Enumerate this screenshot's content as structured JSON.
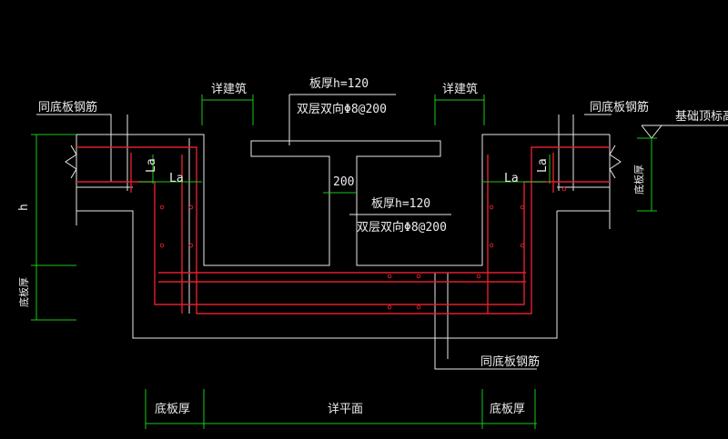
{
  "labels": {
    "detail_architecture_left": "详建筑",
    "detail_architecture_right": "详建筑",
    "same_as_bottom_rebar_left": "同底板钢筋",
    "same_as_bottom_rebar_right": "同底板钢筋",
    "same_as_bottom_rebar_bottom": "同底板钢筋",
    "foundation_top_elevation": "基础顶标高",
    "slab_thickness_top": "板厚h=120",
    "rebar_top": "双层双向Φ8@200",
    "slab_thickness_mid": "板厚h=120",
    "rebar_mid": "双层双向Φ8@200",
    "dim_200": "200",
    "la_1": "La",
    "la_2": "La",
    "la_3": "La",
    "la_4": "La",
    "h_label": "h",
    "bottom_thickness_left_vertical": "底板厚",
    "bottom_thickness_right_vertical": "底板厚",
    "bottom_thickness_left": "底板厚",
    "bottom_thickness_right": "底板厚",
    "detail_plan": "详平面"
  },
  "colors": {
    "background": "#000000",
    "outline": "#e8e8e8",
    "rebar": "#e0202a",
    "dimension": "#18c818"
  }
}
